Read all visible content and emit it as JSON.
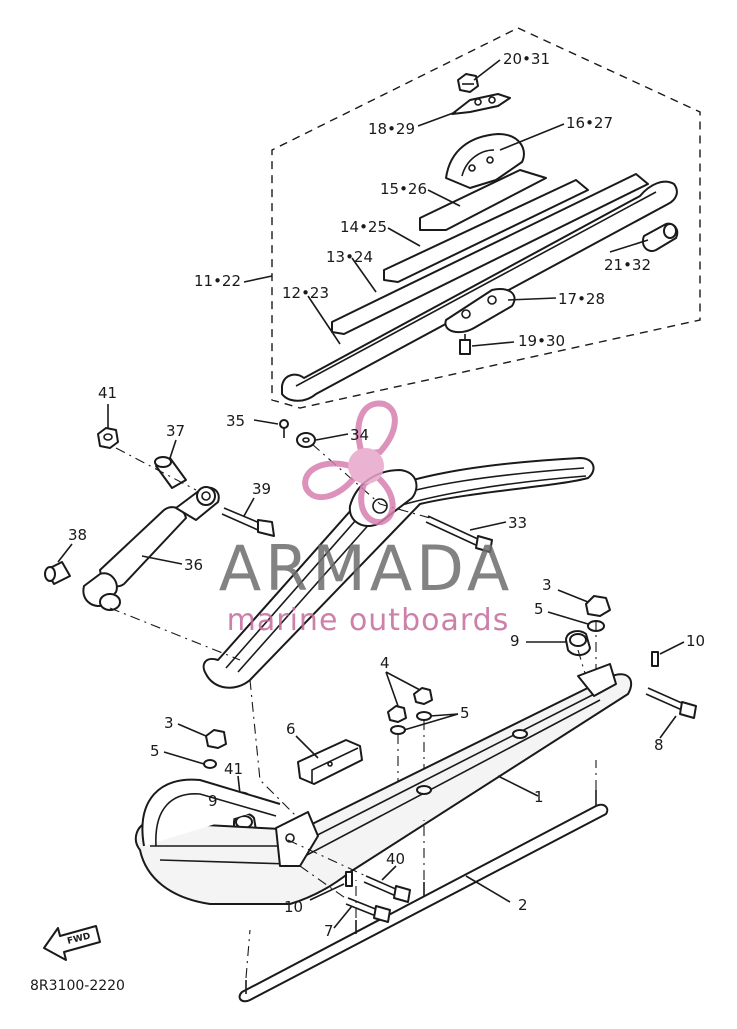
{
  "diagram_code": "8R3100-2220",
  "fwd_label": "FWD",
  "watermark": {
    "title": "ARMADA",
    "subtitle": "marine outboards",
    "logo_icon": "propeller-logo-icon",
    "color_title": "#6d6d6d",
    "color_accent": "#d67fb0"
  },
  "callouts": [
    {
      "id": "c-20-31",
      "text": "20•31"
    },
    {
      "id": "c-18-29",
      "text": "18•29"
    },
    {
      "id": "c-16-27",
      "text": "16•27"
    },
    {
      "id": "c-15-26",
      "text": "15•26"
    },
    {
      "id": "c-14-25",
      "text": "14•25"
    },
    {
      "id": "c-13-24",
      "text": "13•24"
    },
    {
      "id": "c-11-22",
      "text": "11•22"
    },
    {
      "id": "c-12-23",
      "text": "12•23"
    },
    {
      "id": "c-21-32",
      "text": "21•32"
    },
    {
      "id": "c-17-28",
      "text": "17•28"
    },
    {
      "id": "c-19-30",
      "text": "19•30"
    },
    {
      "id": "c-41a",
      "text": "41"
    },
    {
      "id": "c-35",
      "text": "35"
    },
    {
      "id": "c-34",
      "text": "34"
    },
    {
      "id": "c-37",
      "text": "37"
    },
    {
      "id": "c-39",
      "text": "39"
    },
    {
      "id": "c-33",
      "text": "33"
    },
    {
      "id": "c-38",
      "text": "38"
    },
    {
      "id": "c-36",
      "text": "36"
    },
    {
      "id": "c-3a",
      "text": "3"
    },
    {
      "id": "c-5a",
      "text": "5"
    },
    {
      "id": "c-9a",
      "text": "9"
    },
    {
      "id": "c-10a",
      "text": "10"
    },
    {
      "id": "c-4",
      "text": "4"
    },
    {
      "id": "c-5b",
      "text": "5"
    },
    {
      "id": "c-8",
      "text": "8"
    },
    {
      "id": "c-3b",
      "text": "3"
    },
    {
      "id": "c-6",
      "text": "6"
    },
    {
      "id": "c-5c",
      "text": "5"
    },
    {
      "id": "c-41b",
      "text": "41"
    },
    {
      "id": "c-9b",
      "text": "9"
    },
    {
      "id": "c-1",
      "text": "1"
    },
    {
      "id": "c-40",
      "text": "40"
    },
    {
      "id": "c-10b",
      "text": "10"
    },
    {
      "id": "c-7",
      "text": "7"
    },
    {
      "id": "c-2",
      "text": "2"
    }
  ]
}
